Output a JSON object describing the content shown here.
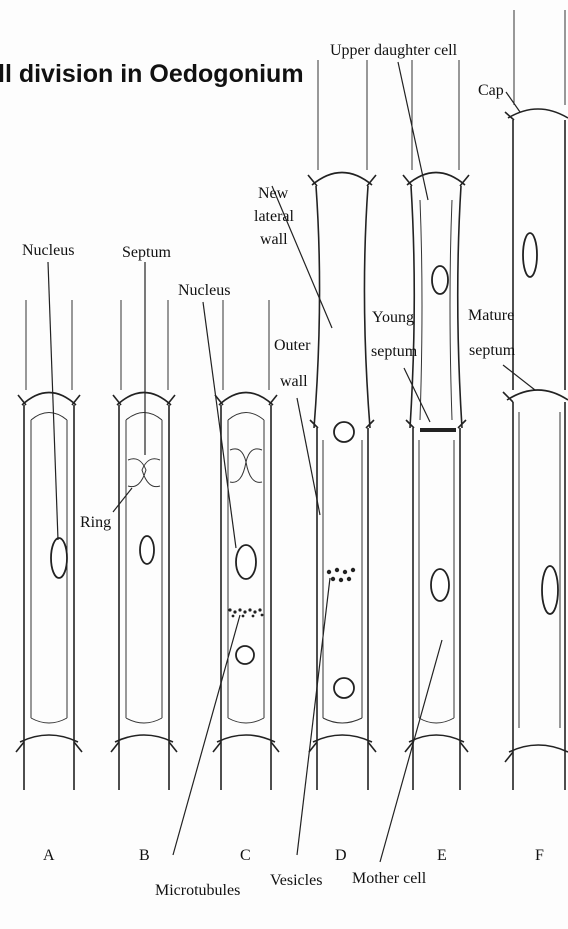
{
  "title": "ll division in Oedogonium",
  "labels": {
    "upper_daughter_cell": "Upper daughter cell",
    "cap": "Cap",
    "new_lateral_wall": [
      "New",
      "lateral",
      "wall"
    ],
    "nucleus_a": "Nucleus",
    "septum": "Septum",
    "nucleus_c": "Nucleus",
    "outer_wall": [
      "Outer",
      "wall"
    ],
    "young_septum": [
      "Young",
      "septum"
    ],
    "mature_septum": [
      "Mature",
      "septum"
    ],
    "ring": "Ring",
    "microtubules": "Microtubules",
    "vesicles": "Vesicles",
    "mother_cell": "Mother cell"
  },
  "stages": [
    "A",
    "B",
    "C",
    "D",
    "E",
    "F"
  ]
}
